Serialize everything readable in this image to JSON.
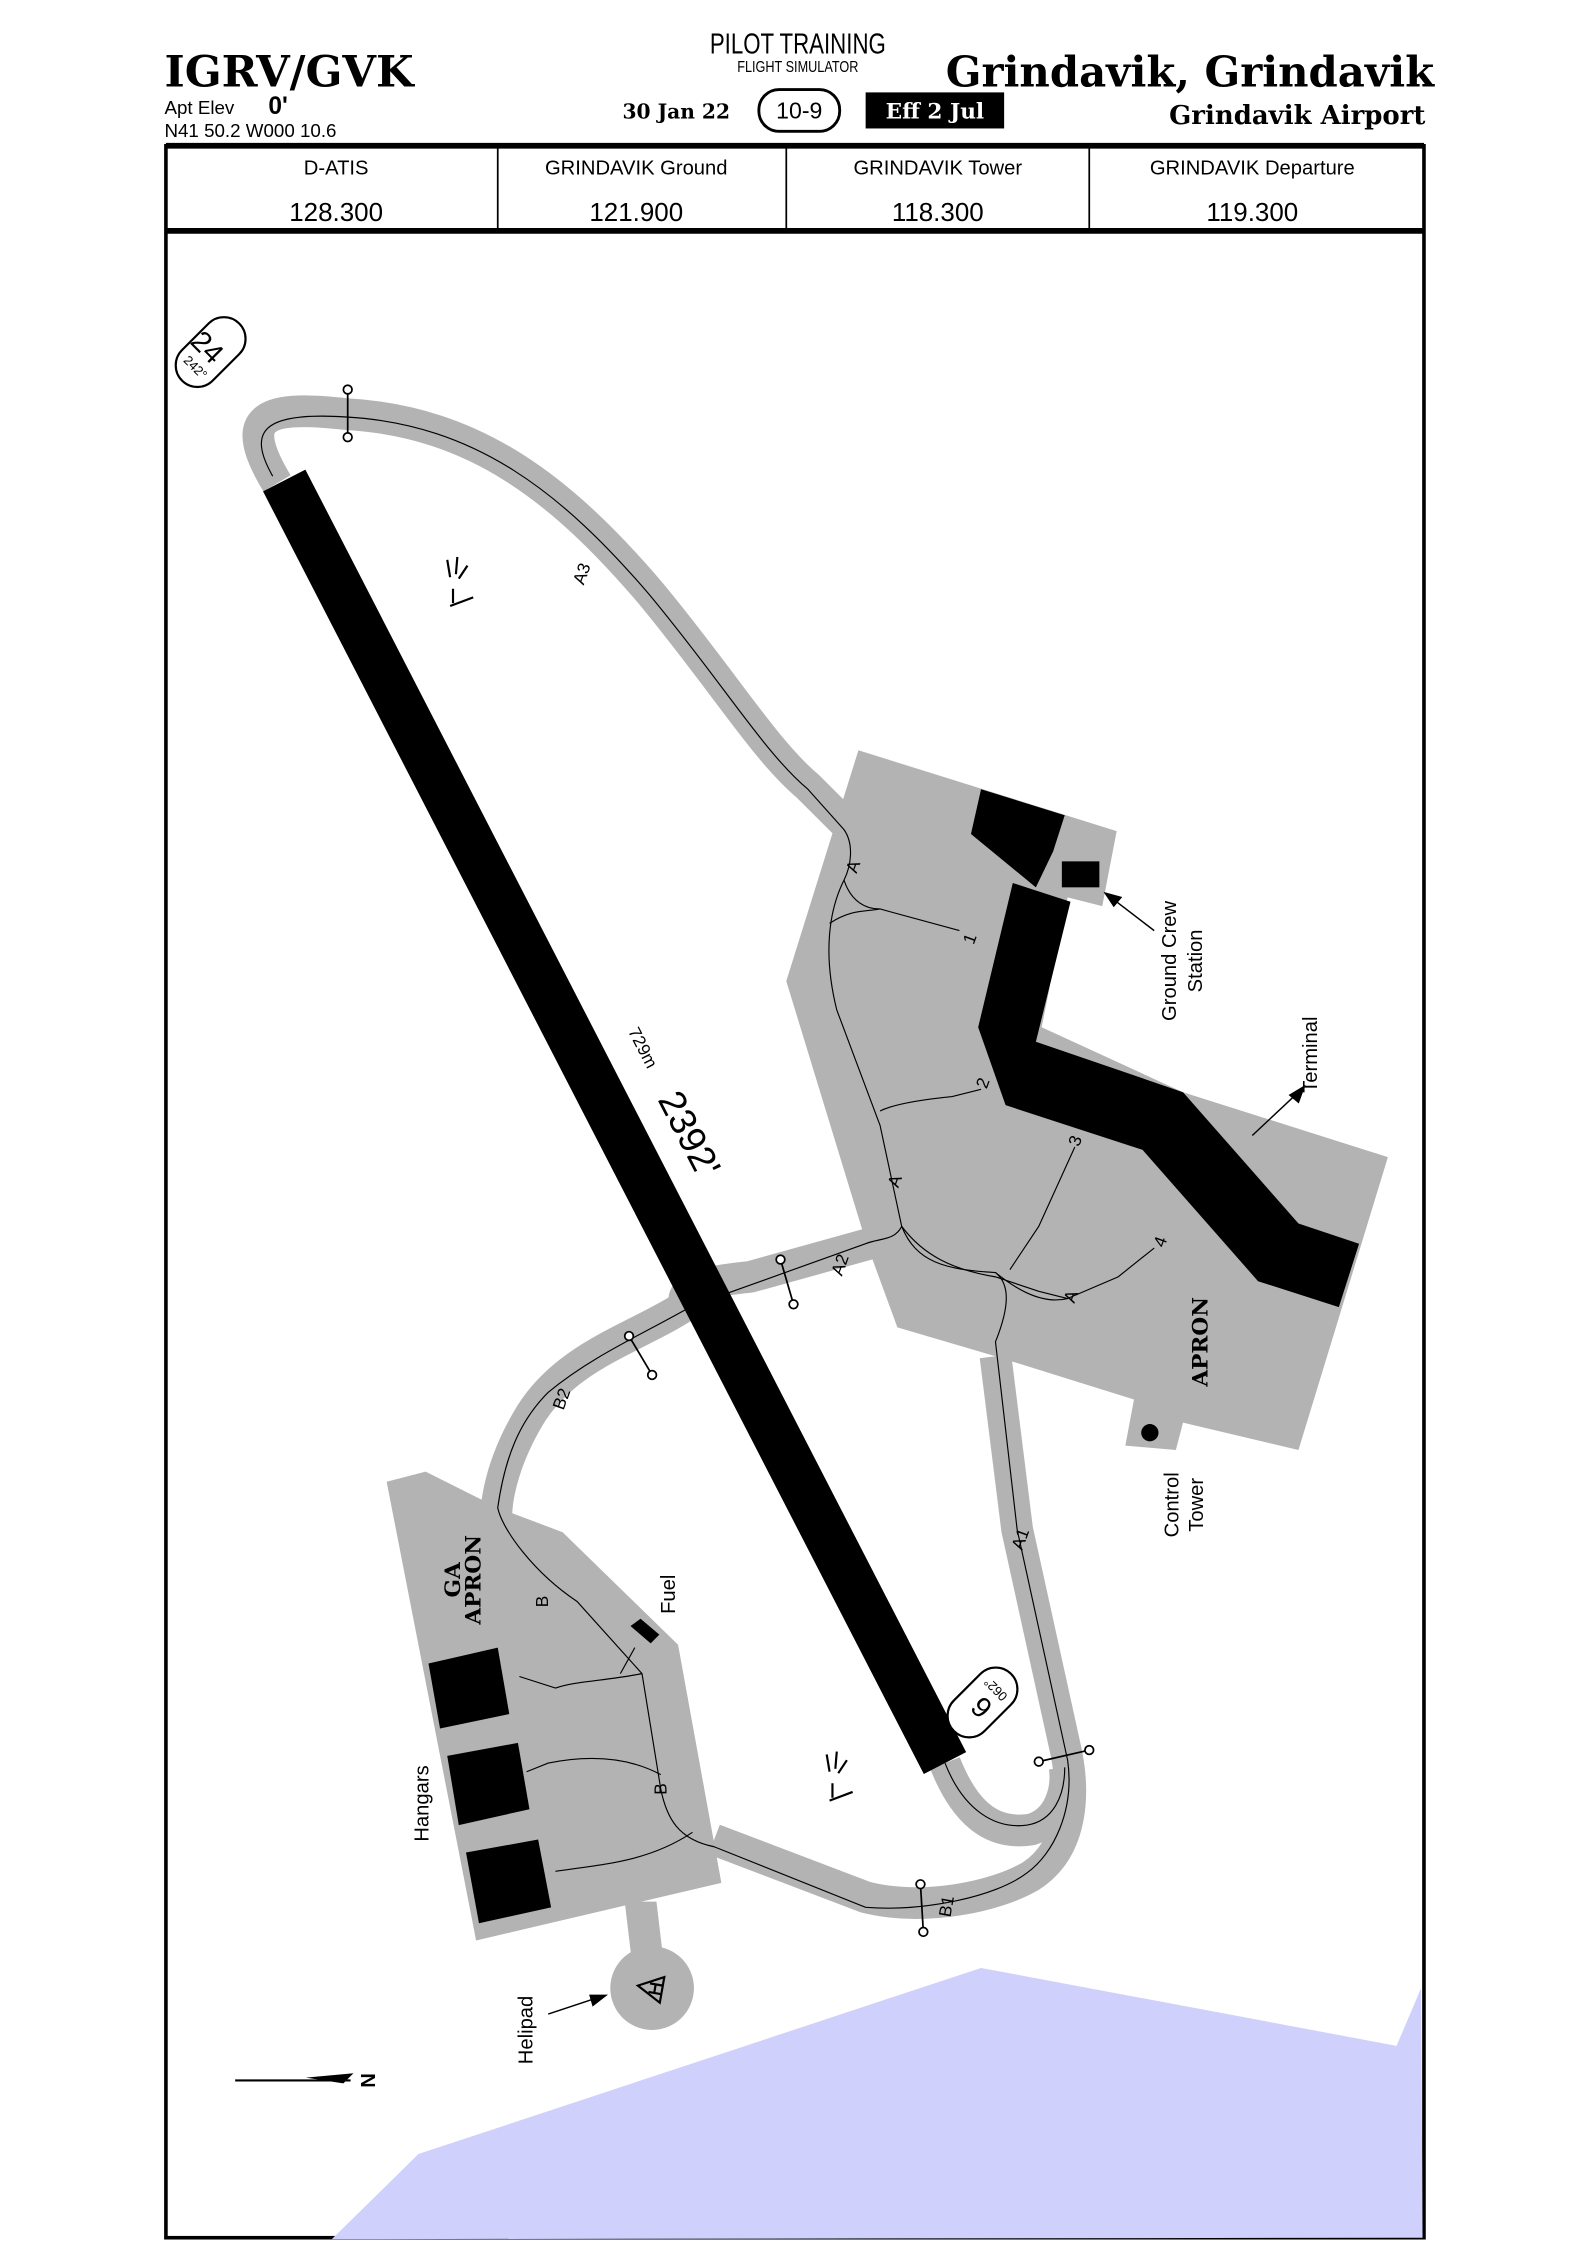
{
  "header": {
    "ident": "IGRV/GVK",
    "apt_elev_label": "Apt Elev",
    "apt_elev_value": "0'",
    "coordinates": "N41 50.2  W000 10.6",
    "brand_line1": "PILOT TRAINING",
    "brand_line2": "FLIGHT SIMULATOR",
    "date": "30 Jan 22",
    "chart_number": "10-9",
    "effective": "Eff 2 Jul",
    "city": "Grindavik, Grindavik",
    "airport_name": "Grindavik Airport"
  },
  "frequencies": [
    {
      "name": "D-ATIS",
      "value": "128.300"
    },
    {
      "name": "GRINDAVIK Ground",
      "value": "121.900"
    },
    {
      "name": "GRINDAVIK Tower",
      "value": "118.300"
    },
    {
      "name": "GRINDAVIK Departure",
      "value": "119.300"
    }
  ],
  "map": {
    "runway": {
      "length": "2392'",
      "length_m": "729m",
      "end_a": "24",
      "end_a_hdg": "242°",
      "end_b": "6",
      "end_b_hdg": "062°"
    },
    "taxiways": [
      "A3",
      "A",
      "A",
      "A",
      "A2",
      "A1",
      "B2",
      "B",
      "B",
      "B1"
    ],
    "stands": [
      "1",
      "2",
      "3",
      "4"
    ],
    "labels": {
      "apron": "APRON",
      "ga_apron_1": "GA",
      "ga_apron_2": "APRON",
      "fuel": "Fuel",
      "hangars": "Hangars",
      "helipad": "Helipad",
      "control_tower_1": "Control",
      "control_tower_2": "Tower",
      "terminal": "Terminal",
      "ground_crew_1": "Ground Crew",
      "ground_crew_2": "Station",
      "north": "N"
    },
    "colors": {
      "pavement": "#b3b3b3",
      "water": "#cfd0fb",
      "building": "#000000"
    }
  }
}
